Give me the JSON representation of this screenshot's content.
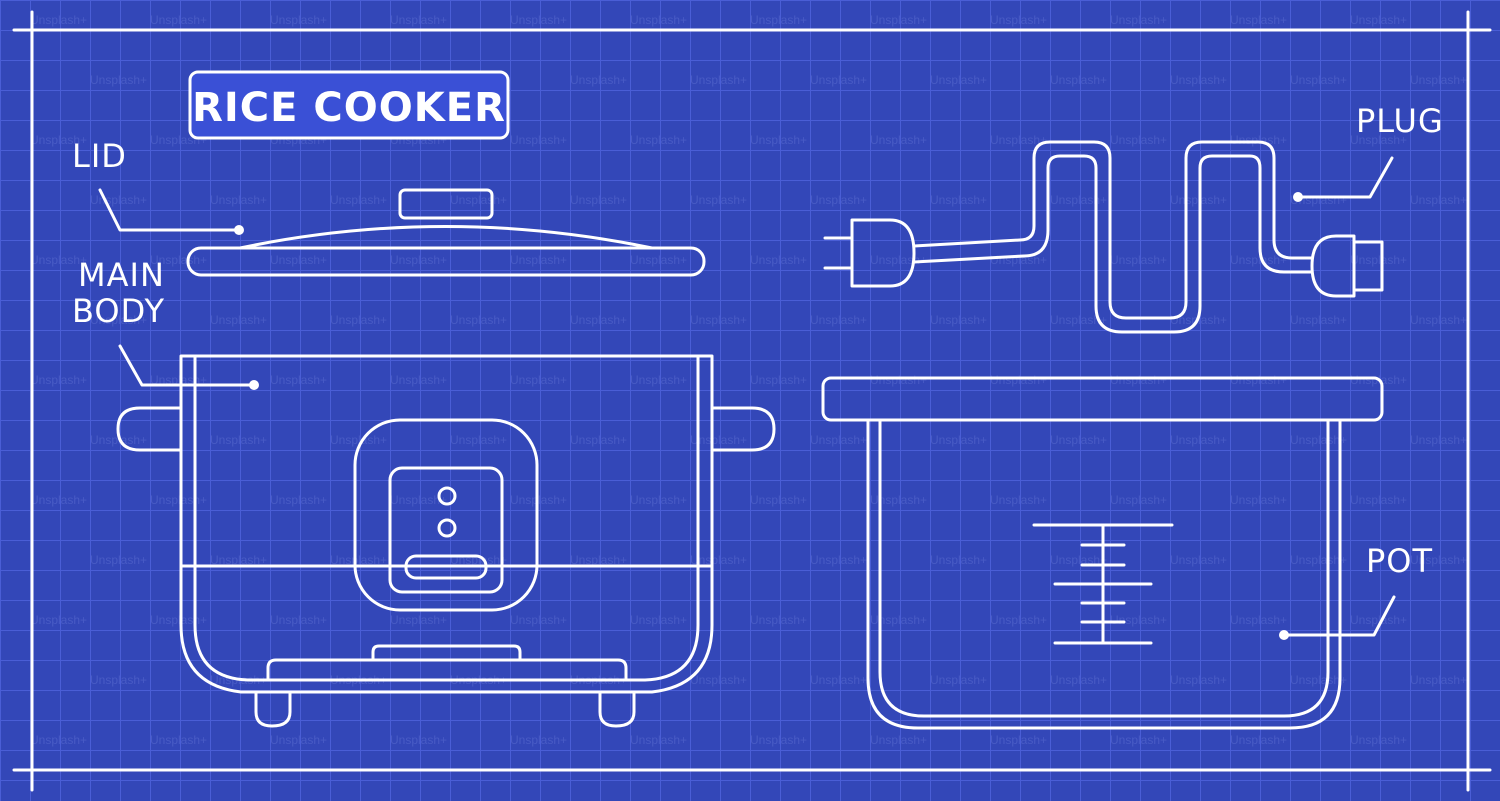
{
  "diagram": {
    "title": "RICE COOKER",
    "labels": {
      "lid": "LID",
      "main_body_line1": "MAIN",
      "main_body_line2": "BODY",
      "plug": "PLUG",
      "pot": "POT"
    },
    "watermark": "Unsplash+"
  },
  "colors": {
    "background": "#3347b8",
    "line": "#ffffff",
    "grid": "#4a5ed6",
    "title_box_fill": "#3a50d6"
  }
}
